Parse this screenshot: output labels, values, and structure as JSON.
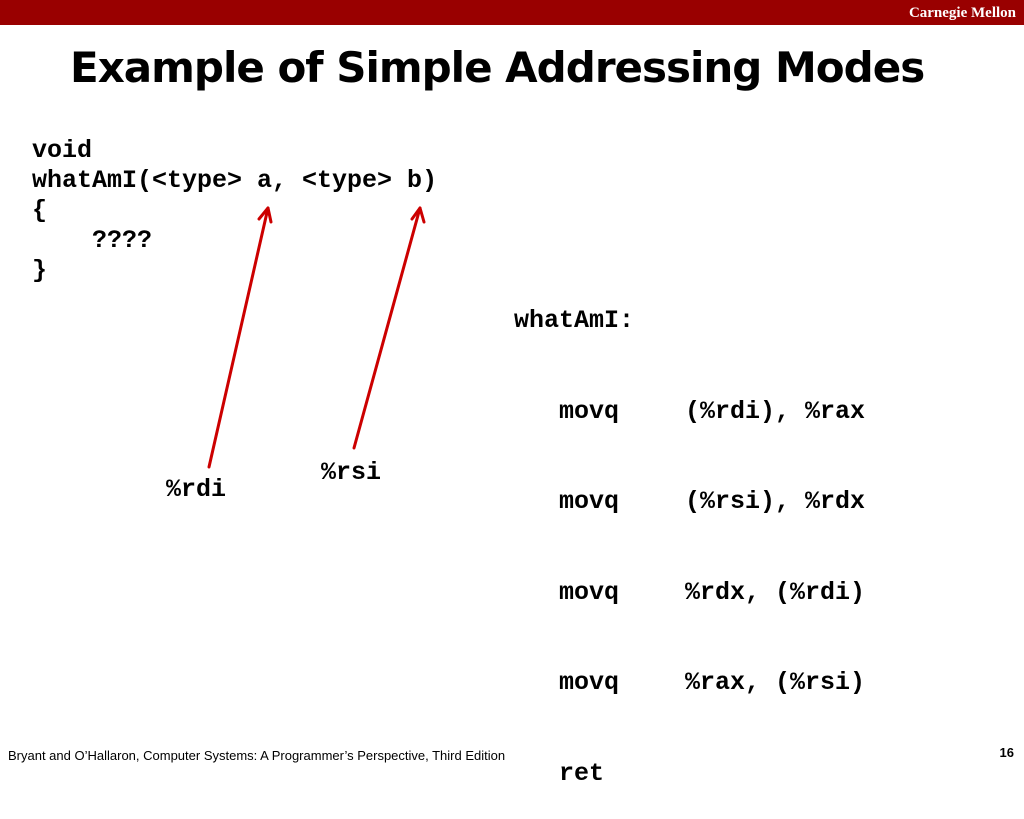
{
  "header": {
    "institution": "Carnegie Mellon",
    "bar_color": "#990000"
  },
  "slide": {
    "title": "Example of Simple Addressing Modes"
  },
  "c_code": {
    "line1": "void",
    "line2": "whatAmI(<type> a, <type> b)",
    "line3": "{",
    "line4": "    ????",
    "line5": "}"
  },
  "assembly": {
    "label": "whatAmI:",
    "lines": [
      {
        "mnemonic": "movq",
        "operands": "(%rdi), %rax"
      },
      {
        "mnemonic": "movq",
        "operands": "(%rsi), %rdx"
      },
      {
        "mnemonic": "movq",
        "operands": "%rdx, (%rdi)"
      },
      {
        "mnemonic": "movq",
        "operands": "%rax, (%rsi)"
      },
      {
        "mnemonic": "ret",
        "operands": ""
      }
    ]
  },
  "annotations": {
    "reg_a": "%rdi",
    "reg_b": "%rsi",
    "arrow_color": "#cc0000"
  },
  "footer": {
    "citation": "Bryant and O’Hallaron, Computer Systems: A Programmer’s Perspective, Third Edition",
    "page_number": "16"
  }
}
